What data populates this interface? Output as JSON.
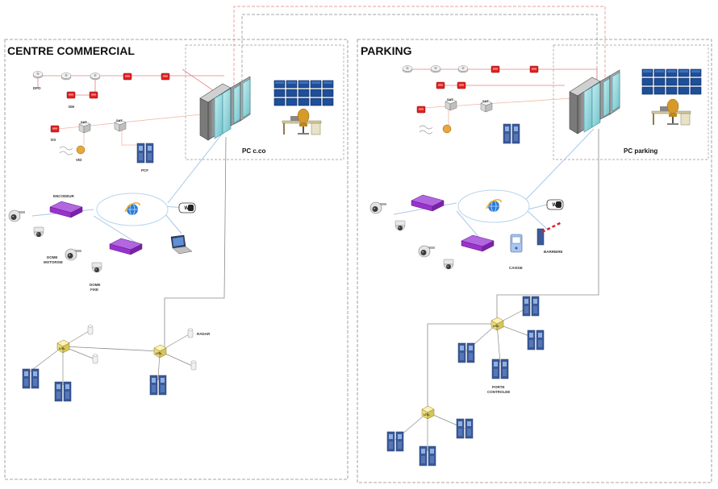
{
  "sections": {
    "left_title": "CENTRE COMMERCIAL",
    "right_title": "PARKING"
  },
  "stations": {
    "left_pc": "PC c.co",
    "right_pc": "PC parking"
  },
  "left_labels": {
    "dfo": "DFO",
    "dm": "DM",
    "ds": "DS",
    "vid": "VID",
    "pcf": "PCF",
    "encodeur": "ENCODEUR",
    "dome_motorise_1": "DOME",
    "dome_motorise_2": "MOTORISE",
    "dome_fixe_1": "DOME",
    "dome_fixe_2": "FIXE",
    "radar": "RADAR"
  },
  "right_labels": {
    "caisse": "CAISSE",
    "barriere": "BARRIERE",
    "porte_1": "PORTE",
    "porte_2": "CONTROLEE"
  },
  "device_tags": {
    "sat": "SAT",
    "utl": "UTL",
    "relay": "REL"
  },
  "colors": {
    "fire_line": "#e08080",
    "data_line": "#a8c8e8",
    "dashed_frame": "#999999",
    "encoder": "#9932cc",
    "fire_device": "#dd2222",
    "cabinet": "#3a5a9a"
  }
}
